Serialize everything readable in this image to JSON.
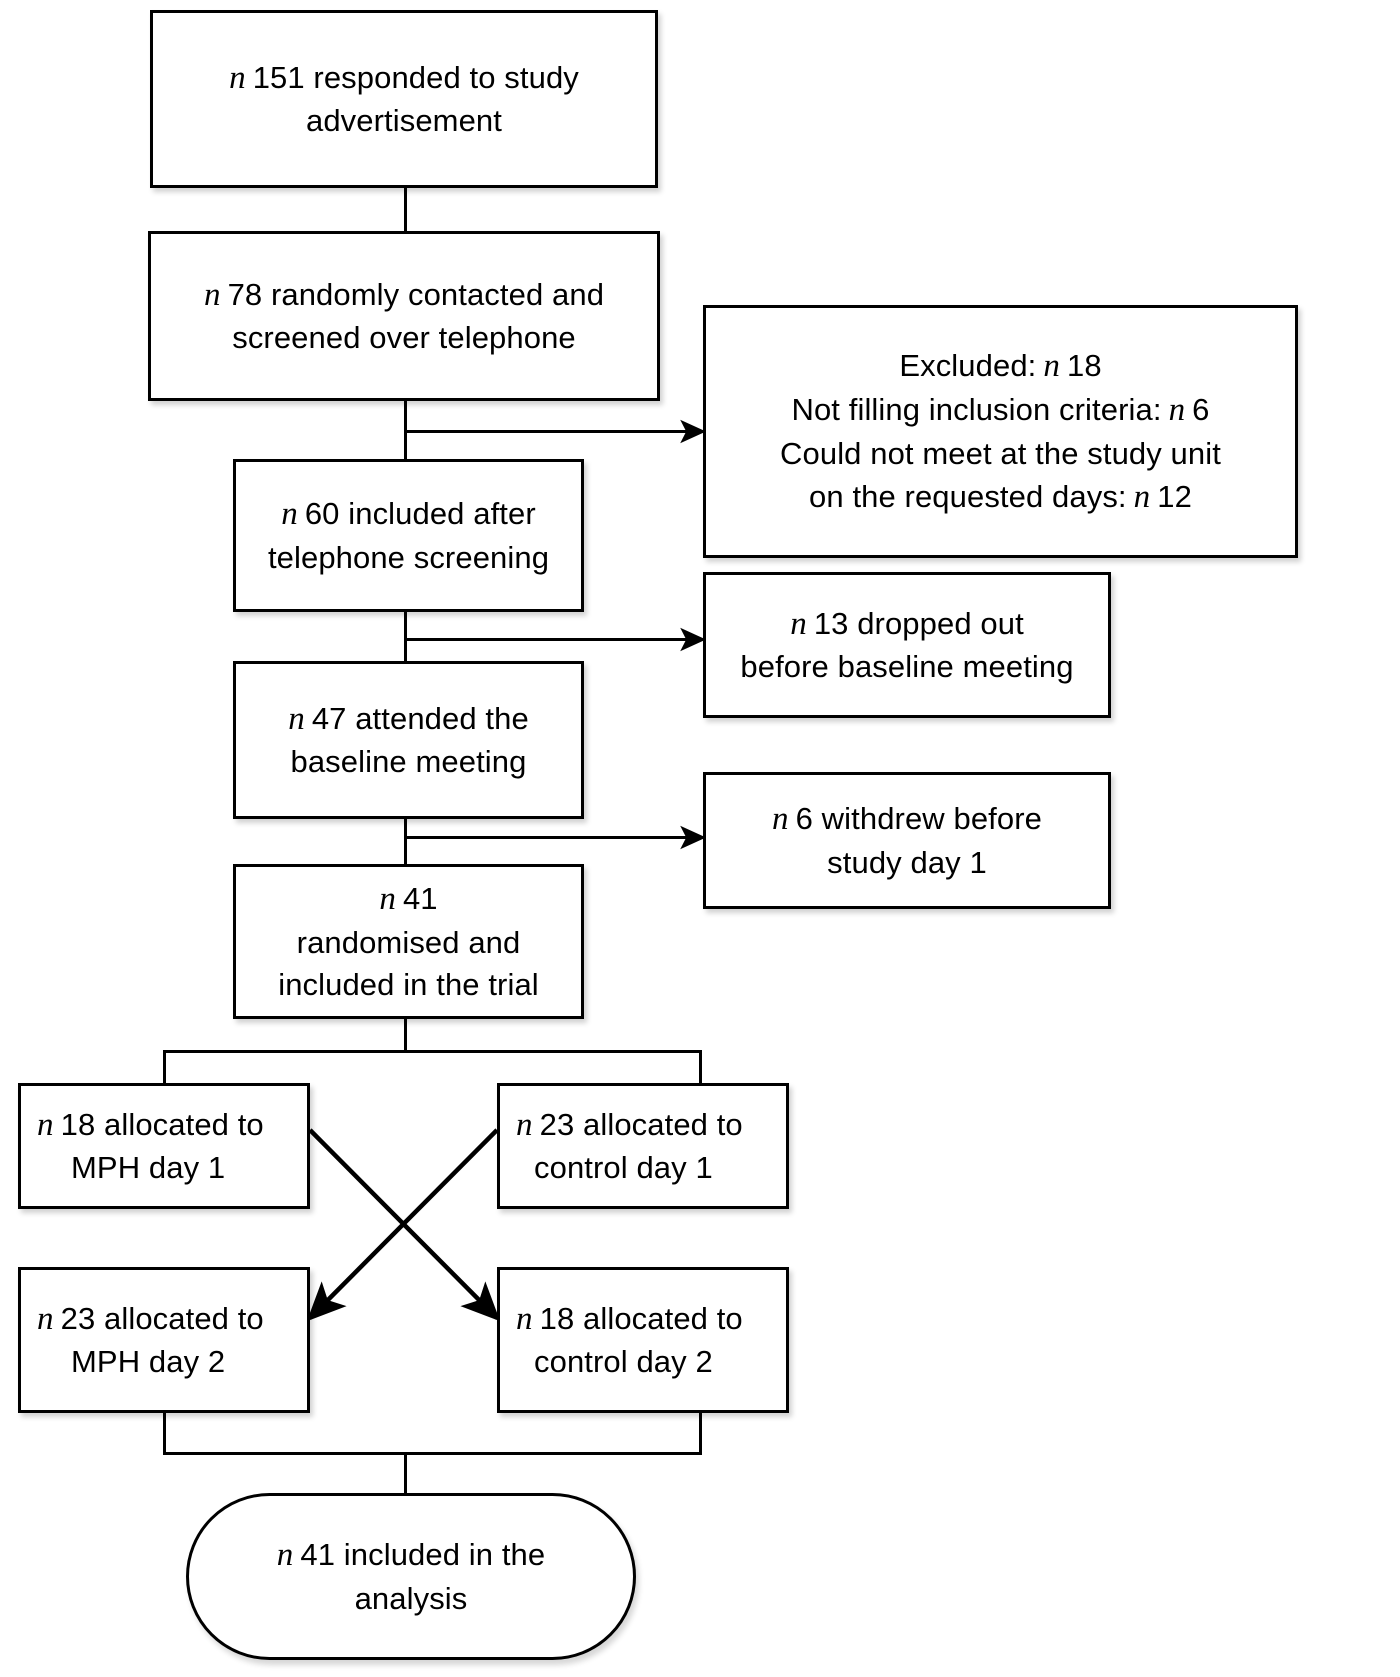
{
  "diagram": {
    "title": "CONSORT participant flow diagram",
    "type": "flowchart",
    "colors": {
      "stroke": "#000000",
      "fill": "#ffffff",
      "text": "#000000"
    },
    "nodes": {
      "responded": {
        "shape": "rect",
        "lines": [
          "n 151 responded to study",
          "advertisement"
        ],
        "n_label": "n",
        "count": "151",
        "text": "n 151 responded to study advertisement"
      },
      "contacted": {
        "shape": "rect",
        "lines": [
          "n 78 randomly contacted and",
          "screened over telephone"
        ],
        "n_label": "n",
        "count": "78",
        "text": "n 78 randomly contacted and screened over telephone"
      },
      "excluded": {
        "shape": "rect",
        "lines": [
          "Excluded: n 18",
          "Not filling inclusion criteria: n 6",
          "Could not meet at the study unit",
          "on the requested days: n 12"
        ],
        "n_label": "n",
        "count": "18",
        "text": "Excluded: n 18 / Not filling inclusion criteria: n 6 / Could not meet at the study unit on the requested days: n 12"
      },
      "included_after_screening": {
        "shape": "rect",
        "lines": [
          "n 60 included after",
          "telephone screening"
        ],
        "n_label": "n",
        "count": "60",
        "text": "n 60 included after telephone screening"
      },
      "dropped_out": {
        "shape": "rect",
        "lines": [
          "n 13 dropped out",
          "before baseline meeting"
        ],
        "n_label": "n",
        "count": "13",
        "text": "n 13 dropped out before baseline meeting"
      },
      "attended_baseline": {
        "shape": "rect",
        "lines": [
          "n 47 attended the",
          "baseline meeting"
        ],
        "n_label": "n",
        "count": "47",
        "text": "n 47 attended the baseline meeting"
      },
      "withdrew": {
        "shape": "rect",
        "lines": [
          "n 6 withdrew before",
          "study day 1"
        ],
        "n_label": "n",
        "count": "6",
        "text": "n 6 withdrew before study day 1"
      },
      "randomised": {
        "shape": "rect",
        "lines": [
          "n 41",
          "randomised and",
          "included in the trial"
        ],
        "n_label": "n",
        "count": "41",
        "text": "n 41 randomised and included in the trial"
      },
      "mph_day1": {
        "shape": "rect",
        "lines": [
          "n 18 allocated to",
          "MPH day 1"
        ],
        "n_label": "n",
        "count": "18",
        "text": "n 18 allocated to MPH day 1"
      },
      "control_day1": {
        "shape": "rect",
        "lines": [
          "n 23 allocated to",
          "control day 1"
        ],
        "n_label": "n",
        "count": "23",
        "text": "n 23 allocated to control day 1"
      },
      "mph_day2": {
        "shape": "rect",
        "lines": [
          "n 23 allocated to",
          "MPH day 2"
        ],
        "n_label": "n",
        "count": "23",
        "text": "n 23 allocated to MPH day 2"
      },
      "control_day2": {
        "shape": "rect",
        "lines": [
          "n 18 allocated to",
          "control day 2"
        ],
        "n_label": "n",
        "count": "18",
        "text": "n 18 allocated to control day 2"
      },
      "analysis": {
        "shape": "oval",
        "lines": [
          "n 41 included in the",
          "analysis"
        ],
        "n_label": "n",
        "count": "41",
        "text": "n 41 included in the analysis"
      }
    },
    "node_text": {
      "responded_l1_a": "151 responded to study",
      "responded_l2": "advertisement",
      "contacted_l1_a": "78 randomly contacted and",
      "contacted_l2": "screened over telephone",
      "excluded_l1_a": "Excluded:",
      "excluded_l1_b": "18",
      "excluded_l2_a": "Not filling inclusion criteria:",
      "excluded_l2_b": "6",
      "excluded_l3": "Could not meet at the study unit",
      "excluded_l4_a": "on the requested days:",
      "excluded_l4_b": "12",
      "included60_l1_a": "60 included after",
      "included60_l2": "telephone screening",
      "dropped_l1_a": "13 dropped out",
      "dropped_l2": "before baseline meeting",
      "attended_l1_a": "47 attended the",
      "attended_l2": "baseline meeting",
      "withdrew_l1_a": "6 withdrew before",
      "withdrew_l2": "study day 1",
      "rand_l1_a": "41",
      "rand_l2": "randomised and",
      "rand_l3": "included in the trial",
      "mph1_l1_a": "18 allocated to",
      "mph1_l2": "MPH day 1",
      "ctrl1_l1_a": "23 allocated to",
      "ctrl1_l2": "control day 1",
      "mph2_l1_a": "23 allocated to",
      "mph2_l2": "MPH day 2",
      "ctrl2_l1_a": "18 allocated to",
      "ctrl2_l2": "control day 2",
      "analysis_l1_a": "41 included in the",
      "analysis_l2": "analysis",
      "n": "n"
    }
  }
}
